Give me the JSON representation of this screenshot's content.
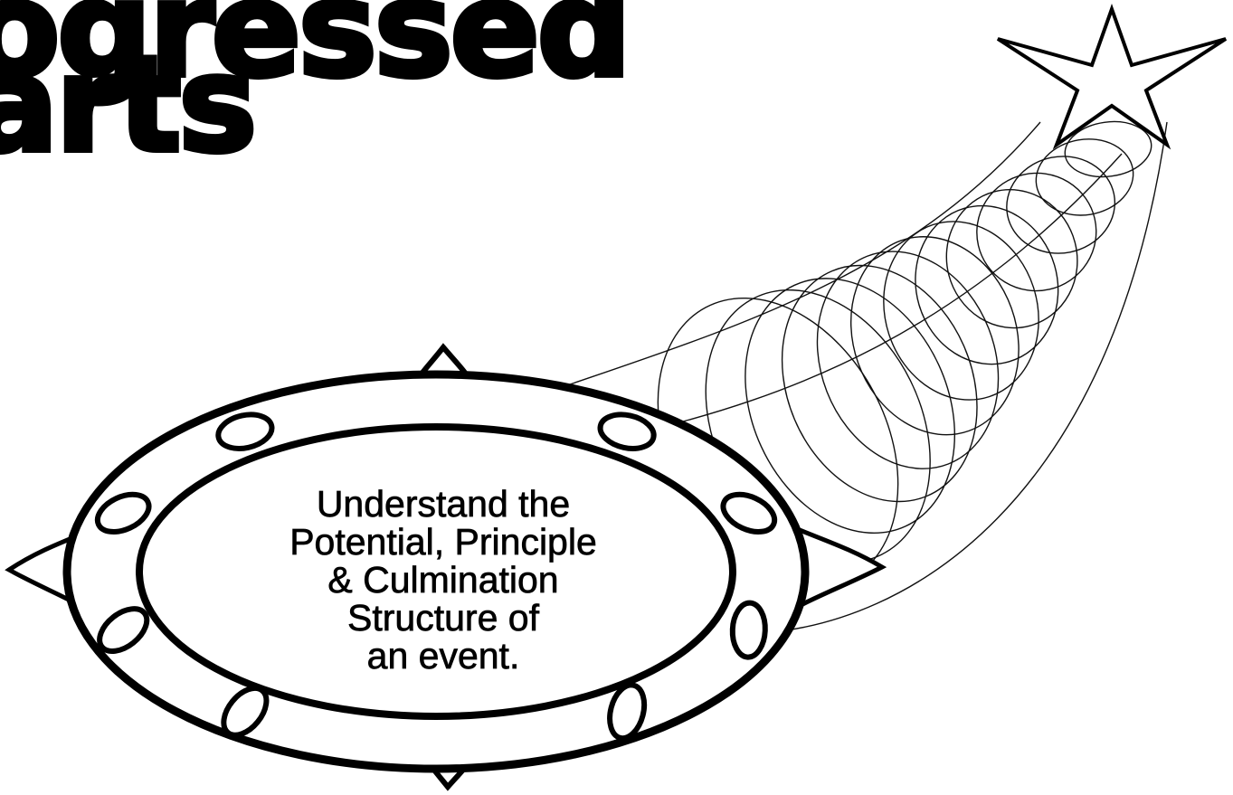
{
  "headline": {
    "line1": "ogressed",
    "line2": "arts"
  },
  "motto": {
    "line1": "Understand the",
    "line2": "Potential, Principle",
    "line3": "& Culmination",
    "line4": "Structure of",
    "line5": "an event."
  },
  "graphic": {
    "star_icon": "five-point-star-outline",
    "ring_icon": "decorated-ring-with-pointed-ornaments",
    "trail_icon": "spiral-coil-trail",
    "ink_color": "#000000",
    "paper_color": "#ffffff"
  }
}
